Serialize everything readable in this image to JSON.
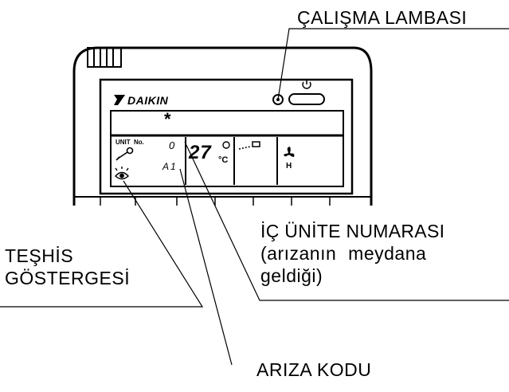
{
  "labels": {
    "work_lamp": "ÇALIŞMA LAMBASI",
    "indoor_unit_line1": "İÇ ÜNİTE NUMARASI",
    "indoor_unit_line2": "(arızanın meydana",
    "indoor_unit_line3": "geldiği)",
    "diagnosis_line1": "TEŞHİS",
    "diagnosis_line2": "GÖSTERGESİ",
    "fault_code": "ARIZA KODU"
  },
  "device": {
    "brand": "DAIKIN",
    "unit_label": "UNIT",
    "no_label": "No.",
    "unit_number": "0",
    "error_code": "A1",
    "temperature": "27",
    "temp_unit": "°C",
    "fan_speed": "H",
    "snowflake": "*"
  },
  "icons": [
    "power-icon",
    "wrench-icon",
    "eye-icon",
    "fan-icon",
    "snowflake-icon"
  ]
}
